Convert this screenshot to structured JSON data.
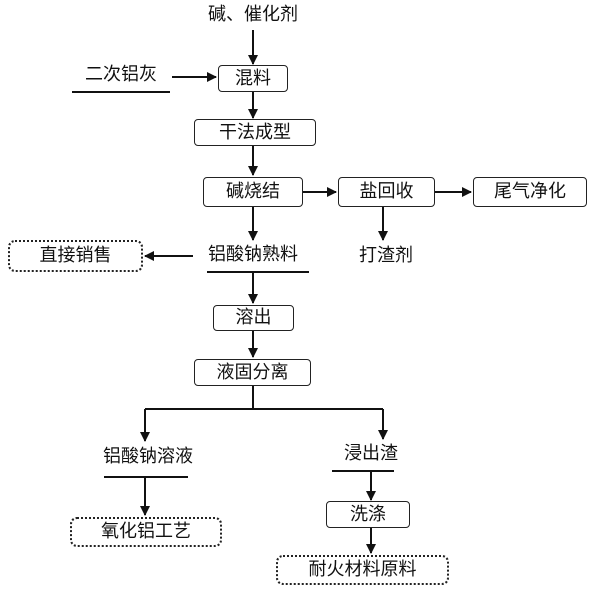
{
  "nodes": {
    "alkali_catalyst": "碱、催化剂",
    "secondary_al_ash": "二次铝灰",
    "mixing": "混料",
    "dry_forming": "干法成型",
    "alkali_sintering": "碱烧结",
    "salt_recovery": "盐回收",
    "tail_gas_purification": "尾气净化",
    "direct_sale": "直接销售",
    "sodium_aluminate_clinker": "铝酸钠熟料",
    "slag_agent": "打渣剂",
    "leaching": "溶出",
    "solid_liquid_separation": "液固分离",
    "sodium_aluminate_solution": "铝酸钠溶液",
    "leach_residue": "浸出渣",
    "washing": "洗涤",
    "alumina_process": "氧化铝工艺",
    "refractory_raw_material": "耐火材料原料"
  }
}
